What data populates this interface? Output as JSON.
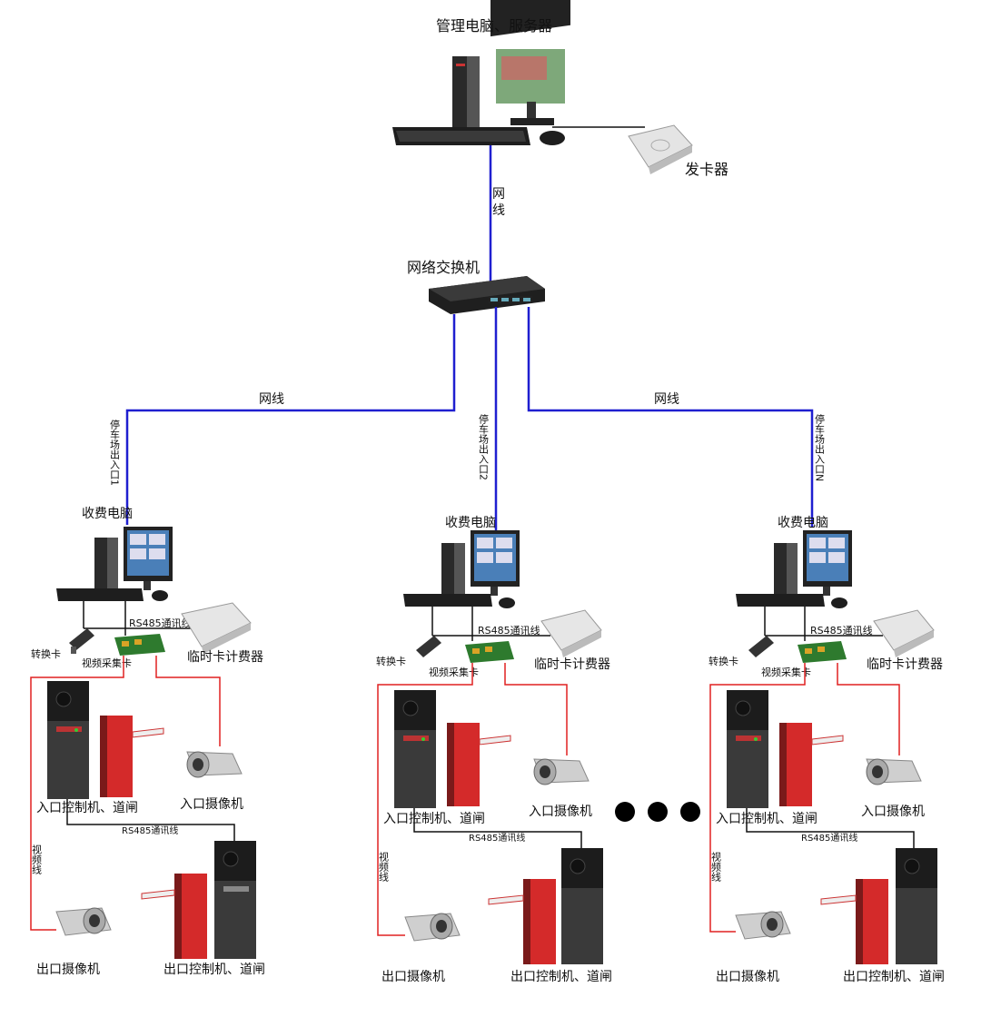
{
  "top": {
    "server_label": "管理电脑、服务器",
    "card_issuer_label": "发卡器",
    "network_cable_label_vertical": "网线",
    "switch_label": "网络交换机"
  },
  "links": {
    "left_cable_label": "网线",
    "right_cable_label": "网线"
  },
  "stations": [
    {
      "exit_label": "停车场出入口1",
      "pc_label": "收费电脑",
      "rs485_top_label": "RS485通讯线",
      "converter_label": "转换卡",
      "capture_label": "视频采集卡",
      "temp_fee_label": "临时卡计费器",
      "entry_controller_label": "入口控制机、道闸",
      "entry_camera_label": "入口摄像机",
      "rs485_bottom_label": "RS485通讯线",
      "video_line_label": "视频线",
      "exit_camera_label": "出口摄像机",
      "exit_controller_label": "出口控制机、道闸"
    },
    {
      "exit_label": "停车场出入口2",
      "pc_label": "收费电脑",
      "rs485_top_label": "RS485通讯线",
      "converter_label": "转换卡",
      "capture_label": "视频采集卡",
      "temp_fee_label": "临时卡计费器",
      "entry_controller_label": "入口控制机、道闸",
      "entry_camera_label": "入口摄像机",
      "rs485_bottom_label": "RS485通讯线",
      "video_line_label": "视频线",
      "exit_camera_label": "出口摄像机",
      "exit_controller_label": "出口控制机、道闸"
    },
    {
      "exit_label": "停车场出入口N",
      "pc_label": "收费电脑",
      "rs485_top_label": "RS485通讯线",
      "converter_label": "转换卡",
      "capture_label": "视频采集卡",
      "temp_fee_label": "临时卡计费器",
      "entry_controller_label": "入口控制机、道闸",
      "entry_camera_label": "入口摄像机",
      "rs485_bottom_label": "RS485通讯线",
      "video_line_label": "视频线",
      "exit_camera_label": "出口摄像机",
      "exit_controller_label": "出口控制机、道闸"
    }
  ],
  "colors": {
    "network": "#1f1fd0",
    "video": "#e02020",
    "rs485": "#111111",
    "barrier": "#d42a2a",
    "cabinet": "#3a3a3a"
  }
}
